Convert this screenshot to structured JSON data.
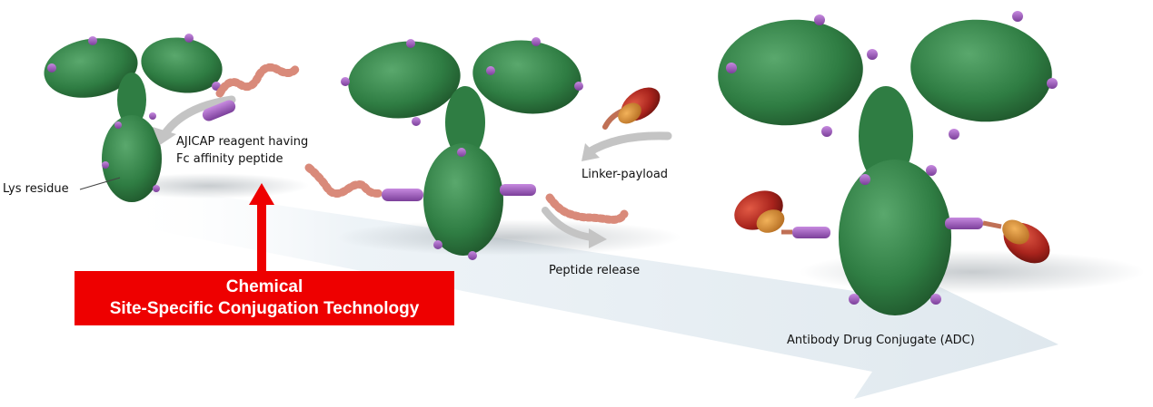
{
  "labels": {
    "lys_residue": "Lys residue",
    "reagent_line1": "AJICAP reagent having",
    "reagent_line2": "Fc affinity peptide",
    "linker_payload": "Linker-payload",
    "peptide_release": "Peptide release",
    "adc": "Antibody Drug Conjugate (ADC)"
  },
  "technology_box": {
    "line1": "Chemical",
    "line2": "Site-Specific Conjugation Technology"
  },
  "colors": {
    "antibody_dark": "#1f5e2e",
    "antibody_mid": "#2f7d43",
    "antibody_light": "#4a9b5f",
    "linker": "#a35fc4",
    "peptide": "#d98a7a",
    "payload": "#a8231c",
    "payload_cap": "#d9892a",
    "technology_red": "#ee0000",
    "process_arrow": "#e4ecf2",
    "grey_arrow": "#c4c4c4"
  }
}
